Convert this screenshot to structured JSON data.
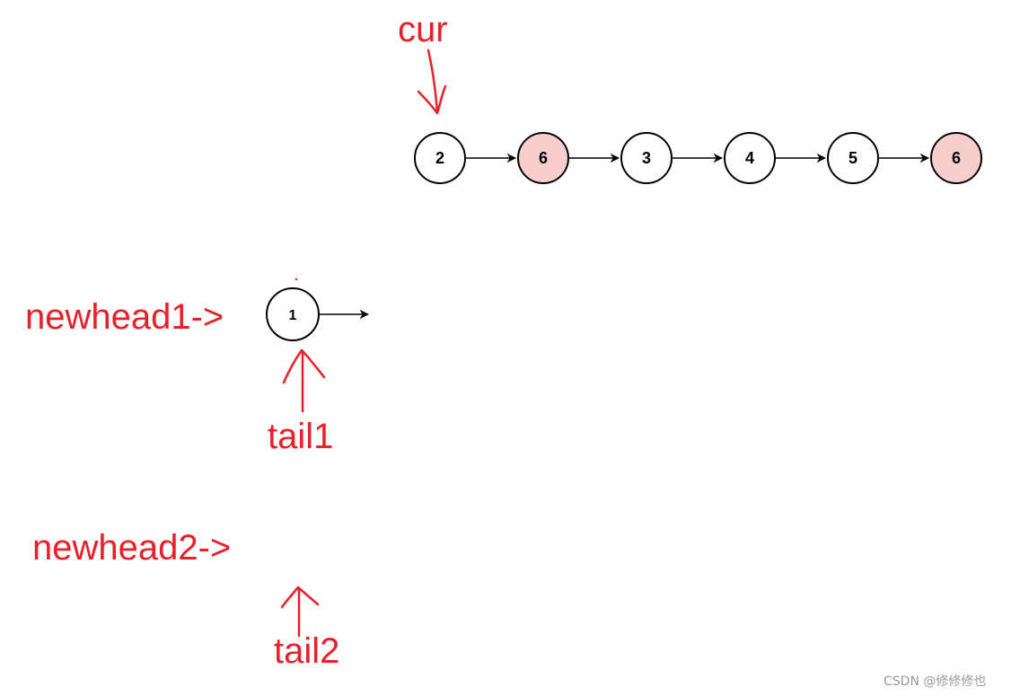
{
  "list_nodes": [
    {
      "label": "2",
      "highlight": false
    },
    {
      "label": "6",
      "highlight": true
    },
    {
      "label": "3",
      "highlight": false
    },
    {
      "label": "4",
      "highlight": false
    },
    {
      "label": "5",
      "highlight": false
    },
    {
      "label": "6",
      "highlight": true
    }
  ],
  "new_list_node": {
    "label": "1",
    "highlight": false
  },
  "labels": {
    "cur": "cur",
    "newhead1": "newhead1->",
    "tail1": "tail1",
    "newhead2": "newhead2->",
    "tail2": "tail2"
  },
  "watermark": "CSDN @修修修也",
  "colors": {
    "annotation": "#e8202a",
    "highlight_fill": "#f8cecc",
    "node_stroke": "#000000"
  }
}
